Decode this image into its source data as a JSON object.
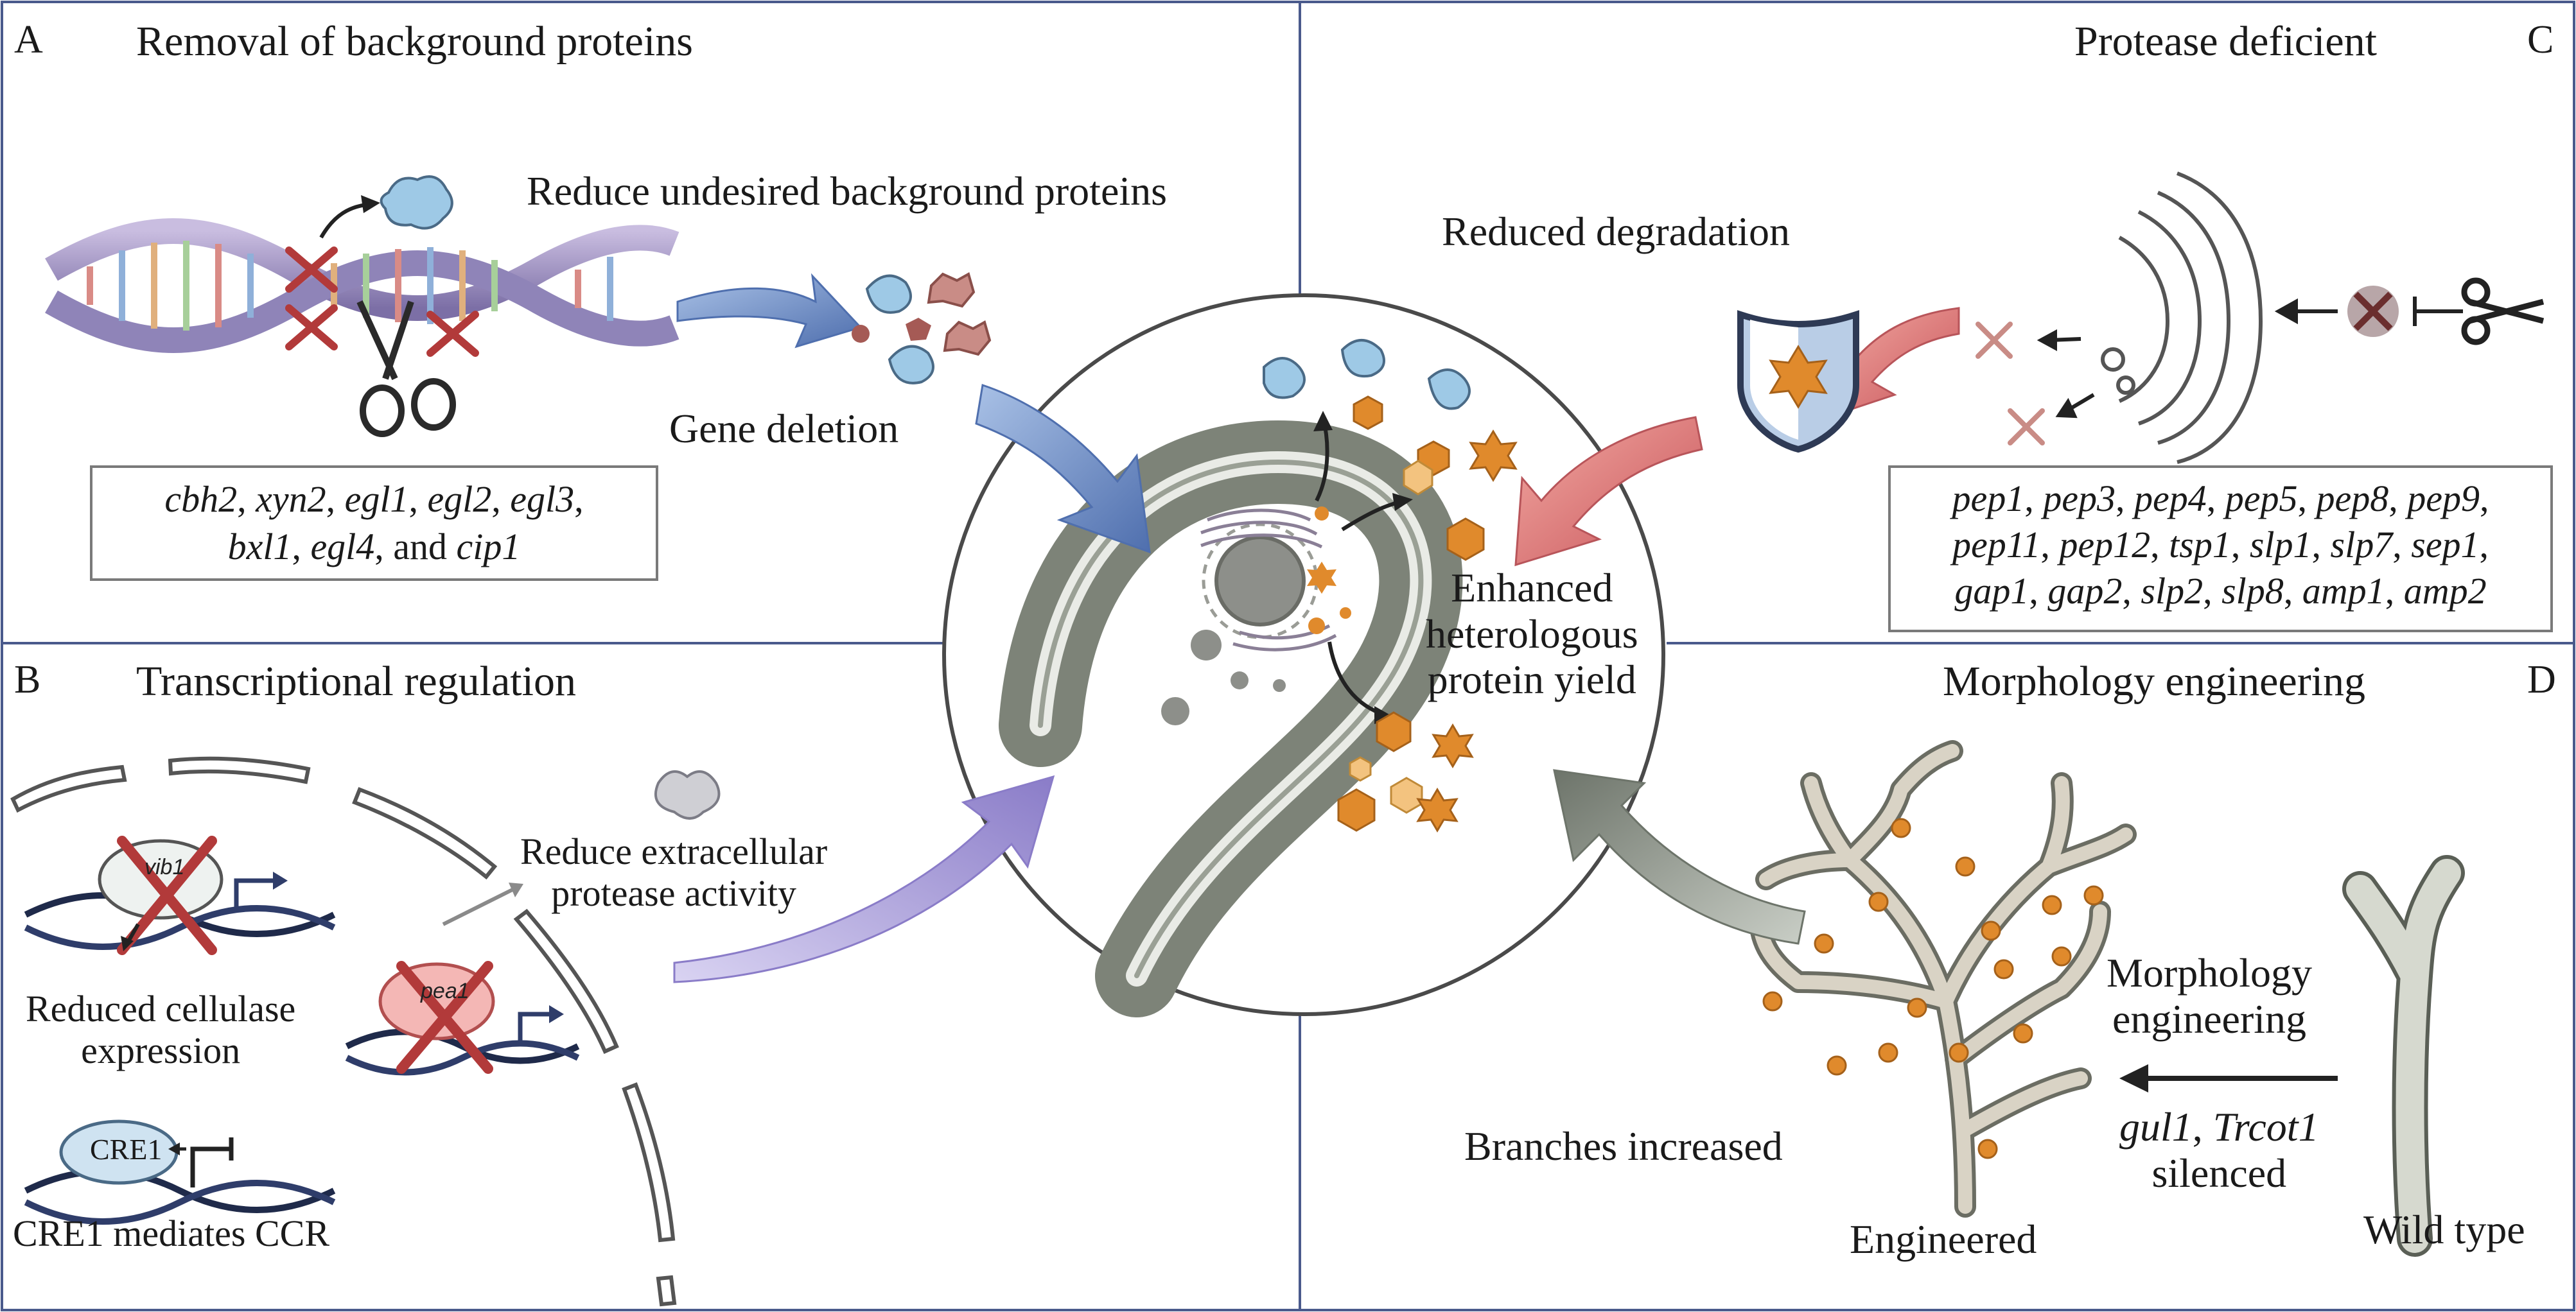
{
  "panels": {
    "A": {
      "letter": "A",
      "title": "Removal of background proteins",
      "reduce_label": "Reduce undesired background proteins",
      "gene_deletion": "Gene deletion",
      "genes": [
        "cbh2",
        "xyn2",
        "egl1",
        "egl2",
        "egl3",
        "bxl1",
        "egl4",
        "cip1"
      ]
    },
    "B": {
      "letter": "B",
      "title": "Transcriptional regulation",
      "protease_label_1": "Reduce extracellular",
      "protease_label_2": "protease activity",
      "cellulase_label_1": "Reduced cellulase",
      "cellulase_label_2": "expression",
      "ccr_label": "CRE1 mediates CCR",
      "vib1": "vib1",
      "pea1": "pea1",
      "cre1": "CRE1"
    },
    "C": {
      "letter": "C",
      "title": "Protease deficient",
      "degradation_label": "Reduced degradation",
      "genes": [
        "pep1",
        "pep3",
        "pep4",
        "pep5",
        "pep8",
        "pep9",
        "pep11",
        "pep12",
        "tsp1",
        "slp1",
        "slp7",
        "sep1",
        "gap1",
        "gap2",
        "slp2",
        "slp8",
        "amp1",
        "amp2"
      ]
    },
    "D": {
      "letter": "D",
      "title": "Morphology engineering",
      "morph_label_1": "Morphology",
      "morph_label_2": "engineering",
      "silenced_genes": [
        "gul1",
        "Trcot1"
      ],
      "silenced_word": "silenced",
      "branches_label": "Branches increased",
      "engineered_label": "Engineered",
      "wildtype_label": "Wild type"
    }
  },
  "center": {
    "label_1": "Enhanced",
    "label_2": "heterologous",
    "label_3": "protein yield"
  },
  "colors": {
    "frame": "#4a5a8c",
    "protein_orange": "#e08a2c",
    "protein_blue": "#9ec9e6",
    "arrow_blue": "#6f8fc4",
    "arrow_pink": "#e27d7d",
    "arrow_violet": "#9a8fd0",
    "arrow_grey": "#848c84",
    "hypha": "#7d8378"
  }
}
